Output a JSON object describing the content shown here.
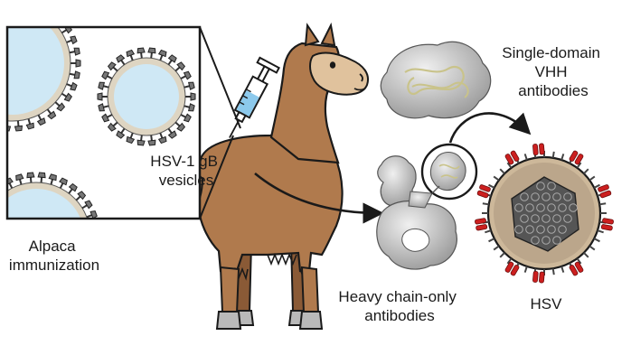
{
  "labels": {
    "vesicles": [
      "HSV-1 gB",
      "vesicles"
    ],
    "immunization": [
      "Alpaca",
      "immunization"
    ],
    "vhh": [
      "Single-domain",
      "VHH",
      "antibodies"
    ],
    "heavy_chain": [
      "Heavy chain-only",
      "antibodies"
    ],
    "virus": "HSV"
  },
  "colors": {
    "alpaca_fur": "#b07a4d",
    "alpaca_dark": "#8a5a36",
    "alpaca_face": "#e0c29d",
    "hooves": "#b9b9b9",
    "vesicle_fill": "#cfe8f5",
    "membrane": "#ded5c2",
    "syringe_liquid": "#8cc9ec",
    "virus_envelope": "#cdb89a",
    "virus_inner": "#bba68b",
    "capsid": "#555555",
    "glycoprotein": "#cc1f1f",
    "protein_gray": "#bdbdbd",
    "outline": "#1a1a1a"
  }
}
